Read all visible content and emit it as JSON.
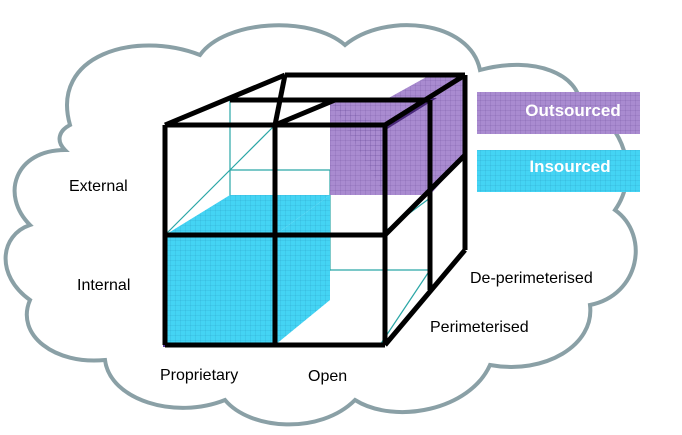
{
  "diagram": {
    "axis_labels": {
      "external": "External",
      "internal": "Internal",
      "proprietary": "Proprietary",
      "open": "Open",
      "perimeterised": "Perimeterised",
      "de_perimeterised": "De-perimeterised"
    },
    "legend": [
      {
        "label": "Outsourced",
        "color": "#a98bd0"
      },
      {
        "label": "Insourced",
        "color": "#44d4f4"
      }
    ],
    "colors": {
      "cloud_stroke": "#8aa0a6",
      "cube_edge": "#000000",
      "inner_edge": "#2aa6a6",
      "outsourced_fill": "#a98bd0",
      "outsourced_border": "#4a2a7a",
      "insourced_fill": "#44d4f4",
      "insourced_border": "#5a3a9a"
    }
  }
}
